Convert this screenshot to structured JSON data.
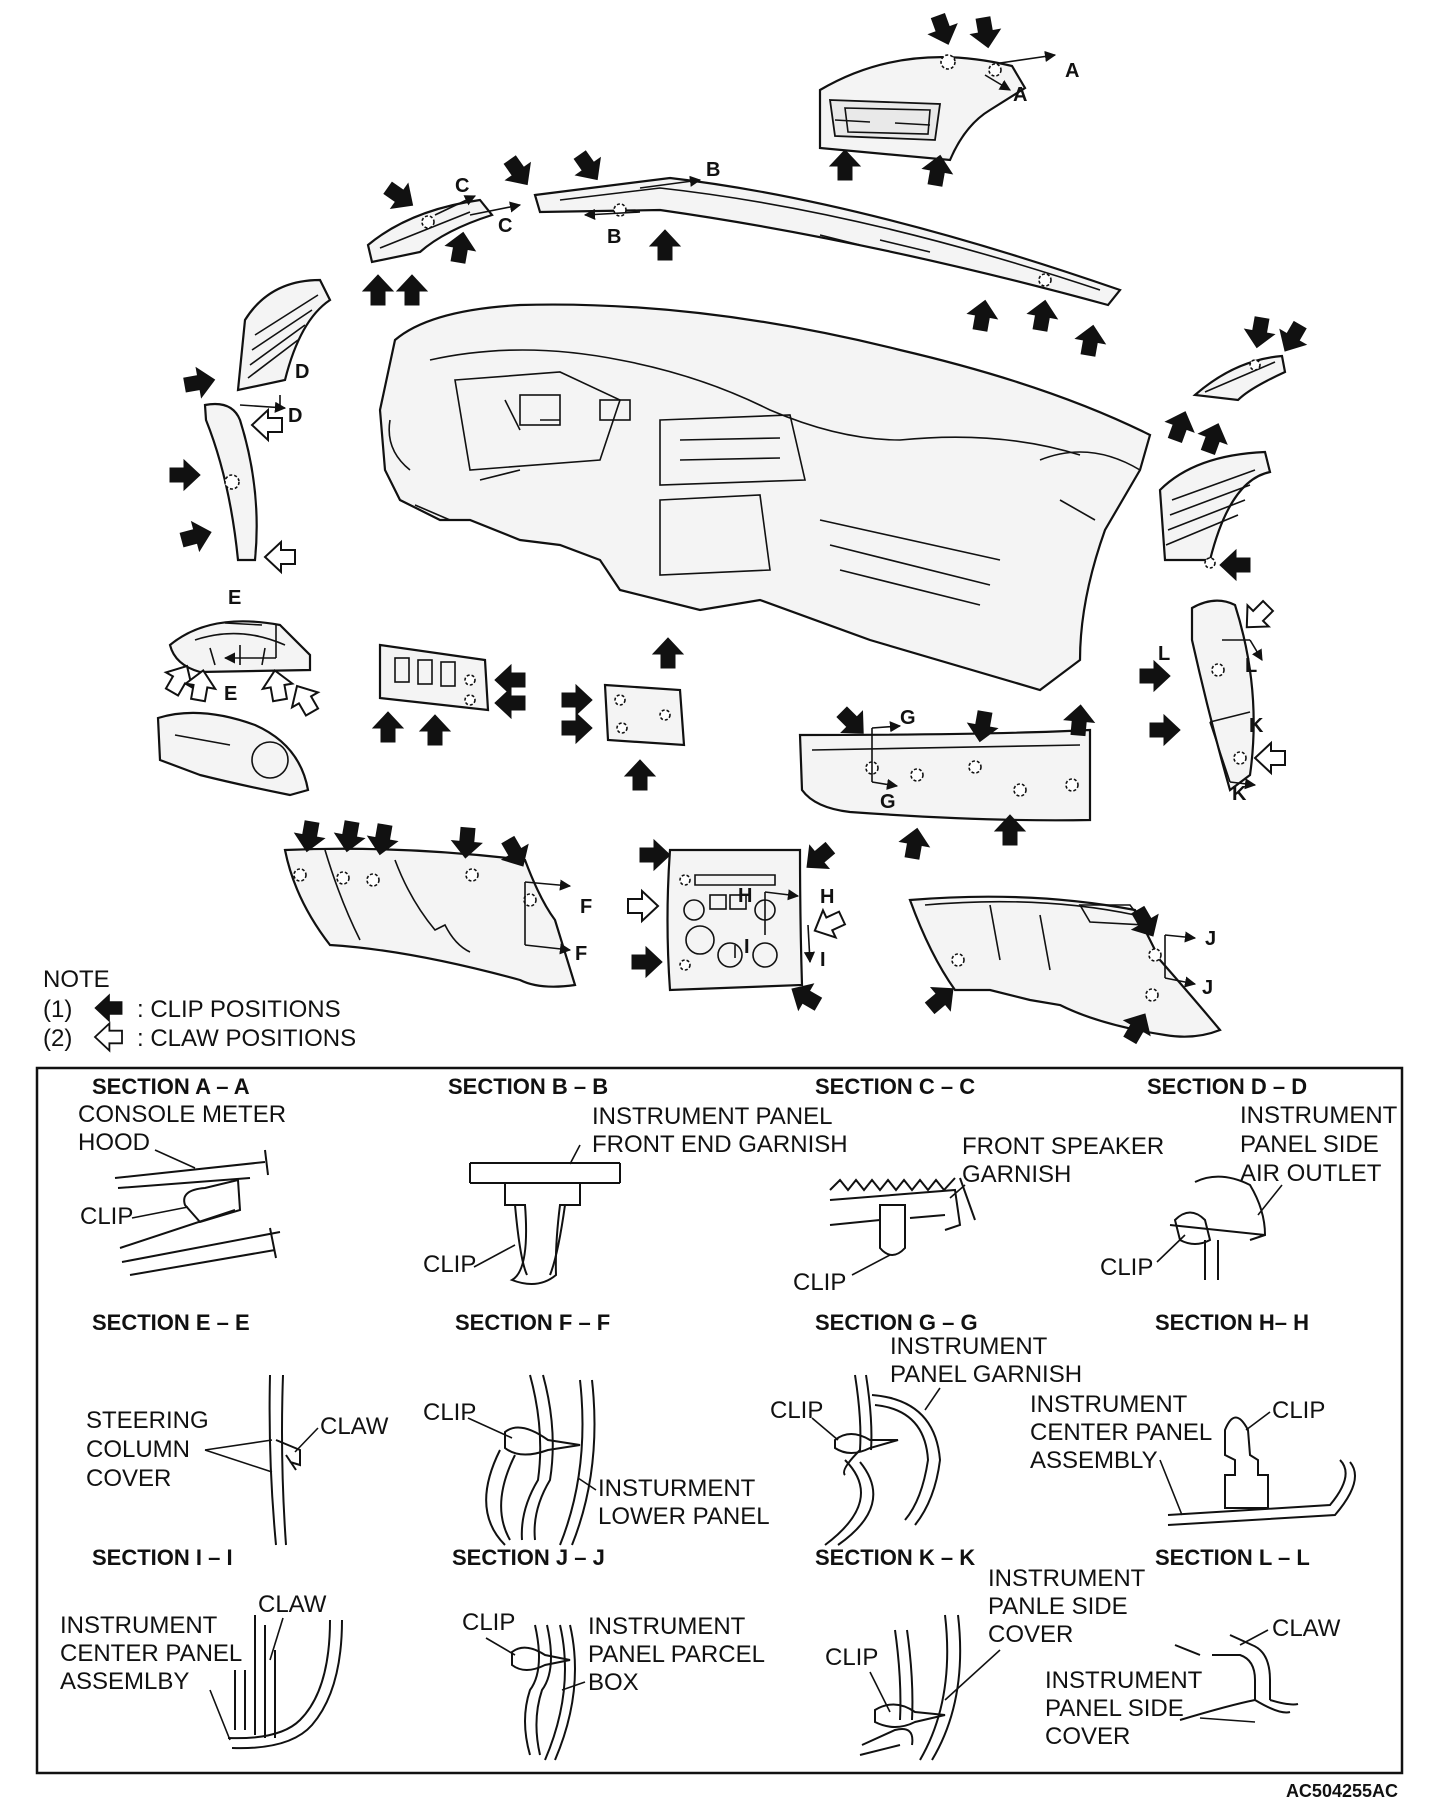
{
  "note": {
    "title": "NOTE",
    "item1_num": "(1)",
    "item1_text": ": CLIP POSITIONS",
    "item2_num": "(2)",
    "item2_text": ": CLAW POSITIONS",
    "clip_icon": "solid-arrow-icon",
    "claw_icon": "outline-arrow-icon"
  },
  "section_letters": {
    "A": "A",
    "B": "B",
    "C": "C",
    "D": "D",
    "E": "E",
    "F": "F",
    "G": "G",
    "H": "H",
    "I": "I",
    "J": "J",
    "K": "K",
    "L": "L"
  },
  "sections": [
    {
      "title": "SECTION A – A",
      "labels": [
        "CONSOLE METER",
        "HOOD",
        "CLIP"
      ]
    },
    {
      "title": "SECTION B – B",
      "labels": [
        "INSTRUMENT PANEL",
        "FRONT  END GARNISH",
        "CLIP"
      ]
    },
    {
      "title": "SECTION C – C",
      "labels": [
        "FRONT SPEAKER",
        "GARNISH",
        "CLIP"
      ]
    },
    {
      "title": "SECTION D – D",
      "labels": [
        "INSTRUMENT",
        "PANEL SIDE",
        "AIR OUTLET",
        "CLIP"
      ]
    },
    {
      "title": "SECTION E – E",
      "labels": [
        "STEERING",
        "COLUMN",
        "COVER",
        "CLAW"
      ]
    },
    {
      "title": "SECTION F – F",
      "labels": [
        "CLIP",
        "INSTURMENT",
        "LOWER PANEL"
      ]
    },
    {
      "title": "SECTION G – G",
      "labels": [
        "INSTRUMENT",
        "PANEL GARNISH",
        "CLIP"
      ]
    },
    {
      "title": "SECTION H– H",
      "labels": [
        "INSTRUMENT",
        "CENTER PANEL",
        "ASSEMBLY",
        "CLIP"
      ]
    },
    {
      "title": "SECTION I – I",
      "labels": [
        "INSTRUMENT",
        "CENTER PANEL",
        "ASSEMLBY",
        "CLAW"
      ]
    },
    {
      "title": "SECTION J – J",
      "labels": [
        "CLIP",
        "INSTRUMENT",
        "PANEL PARCEL",
        "BOX"
      ]
    },
    {
      "title": "SECTION K – K",
      "labels": [
        "INSTRUMENT",
        "PANLE SIDE",
        "COVER",
        "CLIP"
      ]
    },
    {
      "title": "SECTION L – L",
      "labels": [
        "CLAW",
        "INSTRUMENT",
        "PANEL SIDE",
        "COVER"
      ]
    }
  ],
  "figure_id": "AC504255AC"
}
